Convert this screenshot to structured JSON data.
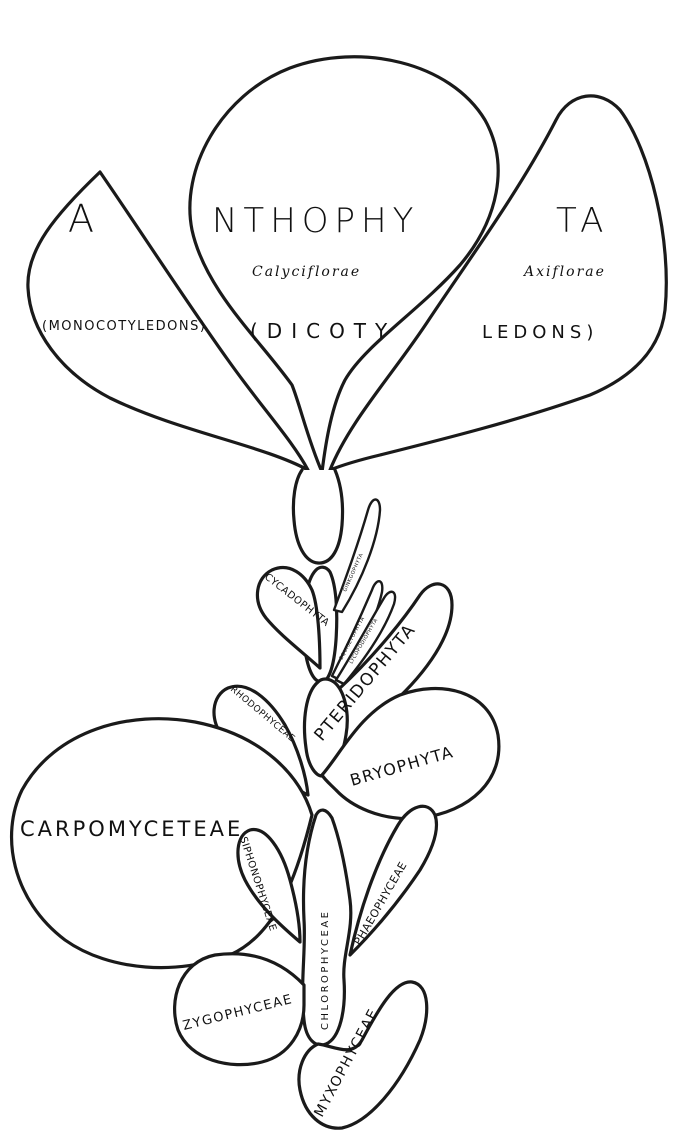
{
  "diagram": {
    "division_top": {
      "letter_a": "A",
      "letters_nthophy": "NTHOPHY",
      "letters_ta": "TA"
    },
    "subgroups": {
      "calyciflorae": "Calyciflorae",
      "axiflorae": "Axiflorae"
    },
    "classes": {
      "monocotyledons": "(MONOCOTYLEDONS)",
      "dicoty": "(DICOTY",
      "ledons": "LEDONS)"
    },
    "branches": {
      "cycadophyta": "CYCADOPHYTA",
      "ginkgo": "GINKGOPHYTA",
      "equisetophyta": "EQUISETOPHYTA",
      "lycopodiophyta": "LYCOPODIOPHYTA",
      "pteridophyta": "PTERIDOPHYTA",
      "rhodophyceae": "RHODOPHYCEAE",
      "bryophyta": "BRYOPHYTA",
      "carpomyceteae": "CARPOMYCETEAE",
      "siphonophyceae": "SIPHONOPHYCEAE",
      "chlorophyceae": "CHLOROPHYCEAE",
      "phaeophyceae": "PHAEOPHYCEAE",
      "zygophyceae": "ZYGOPHYCEAE",
      "myxophyceae": "MYXOPHYCEAE"
    }
  }
}
